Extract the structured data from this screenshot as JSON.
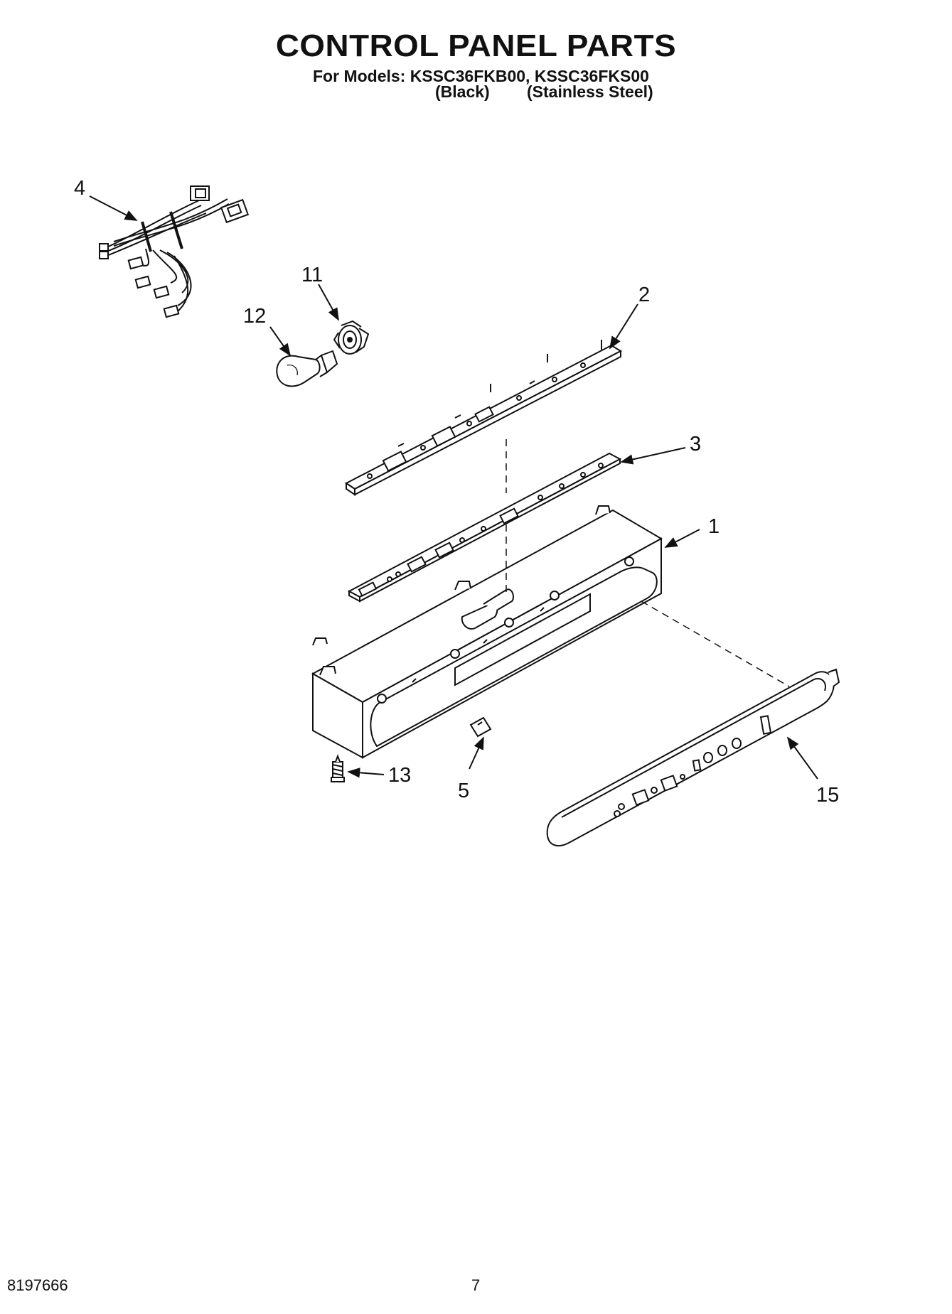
{
  "title": "CONTROL PANEL PARTS",
  "subtitle": {
    "models_line": "For Models: KSSC36FKB00, KSSC36FKS00",
    "variant_black": "(Black)",
    "variant_stainless": "(Stainless Steel)"
  },
  "callouts": [
    {
      "id": "4",
      "label": "4"
    },
    {
      "id": "11",
      "label": "11"
    },
    {
      "id": "12",
      "label": "12"
    },
    {
      "id": "2",
      "label": "2"
    },
    {
      "id": "3",
      "label": "3"
    },
    {
      "id": "1",
      "label": "1"
    },
    {
      "id": "13",
      "label": "13"
    },
    {
      "id": "5",
      "label": "5"
    },
    {
      "id": "15",
      "label": "15"
    }
  ],
  "footer": {
    "doc_number": "8197666",
    "page_number": "7"
  }
}
